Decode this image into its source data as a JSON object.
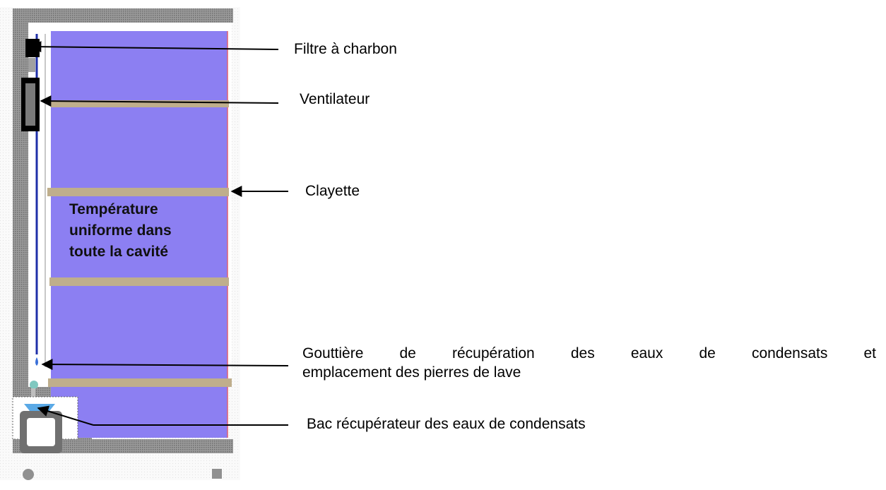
{
  "diagram": {
    "labels": {
      "filter": "Filtre à charbon",
      "fan": "Ventilateur",
      "shelf": "Clayette",
      "gutter_line1": "Gouttière de récupération des eaux de condensats et",
      "gutter_line2": "emplacement des pierres de lave",
      "tray": "Bac récupérateur des eaux de condensats"
    },
    "cavity_text": [
      "Température",
      "uniforme dans",
      "toute la cavité"
    ],
    "colors": {
      "cavity": "#8c7ff2",
      "shelf": "#bfae8c",
      "wall": "#8a8a8a",
      "condensate_line": "#1f2fa8",
      "arrow": "#000000"
    }
  }
}
